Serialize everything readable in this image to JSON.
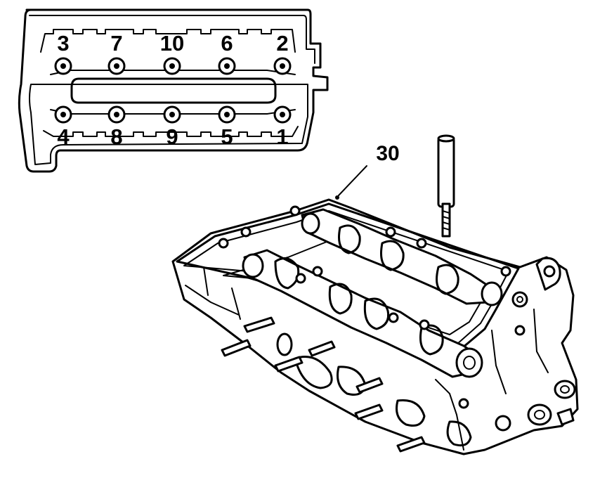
{
  "bolt_sequence": {
    "top_row": [
      "3",
      "7",
      "10",
      "6",
      "2"
    ],
    "bottom_row": [
      "4",
      "8",
      "9",
      "5",
      "1"
    ]
  },
  "callout": {
    "label": "30"
  }
}
